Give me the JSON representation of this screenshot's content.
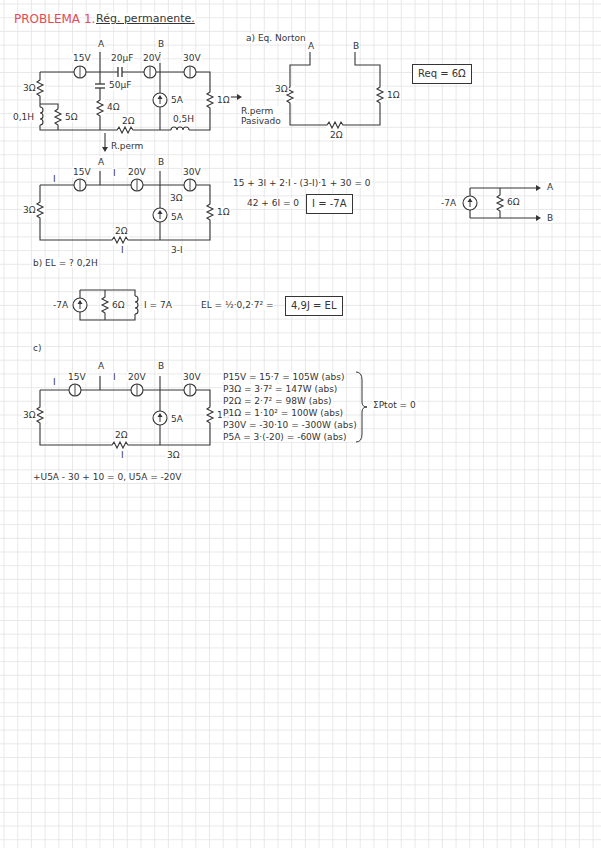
{
  "diagram": {
    "title": "PROBLEMA 1.",
    "nodes": [
      {
        "text": [
          "Req = 6Ω"
        ]
      },
      {
        "text": [
          "I = -7A"
        ]
      },
      {
        "text": [
          "4,9J = EL"
        ]
      }
    ],
    "labels": [
      "Rég. permanente.",
      "A",
      "B",
      "15V",
      "20μF",
      "20V",
      "30V",
      "3Ω",
      "0,1H",
      "5Ω",
      "50μF",
      "4Ω",
      "5A",
      "1Ω",
      "2Ω",
      "0,5H",
      "R.perm",
      "a) Eq. Norton",
      "A",
      "B",
      "3Ω",
      "1Ω",
      "2Ω",
      "R.perm Pasivado",
      "A",
      "B",
      "I",
      "15V",
      "I",
      "20V",
      "30V",
      "3Ω",
      "3Ω",
      "5A",
      "1Ω",
      "2Ω",
      "I",
      "3-I",
      "15 + 3I + 2·I - (3-I)·1 + 30 = 0",
      "42 + 6I = 0",
      "-7A",
      "6Ω",
      "A",
      "B",
      "b) EL = ? 0,2H",
      "-7A",
      "6Ω",
      "I = 7A",
      "EL = ½·0,2·7² =",
      "c)",
      "A",
      "B",
      "I",
      "15V",
      "I",
      "20V",
      "30V",
      "3Ω",
      "5A",
      "1Ω",
      "2Ω",
      "I",
      "3Ω",
      "P15V = 15·7 = 105W (abs)",
      "P3Ω = 3·7² = 147W (abs)",
      "P2Ω = 2·7² = 98W (abs)",
      "P1Ω = 1·10² = 100W (abs)",
      "P30V = -30·10 = -300W (abs)",
      "P5A = 3·(-20) = -60W (abs)",
      "ΣPtot = 0",
      "+U5A - 30 + 10 = 0, U5A = -20V"
    ]
  }
}
